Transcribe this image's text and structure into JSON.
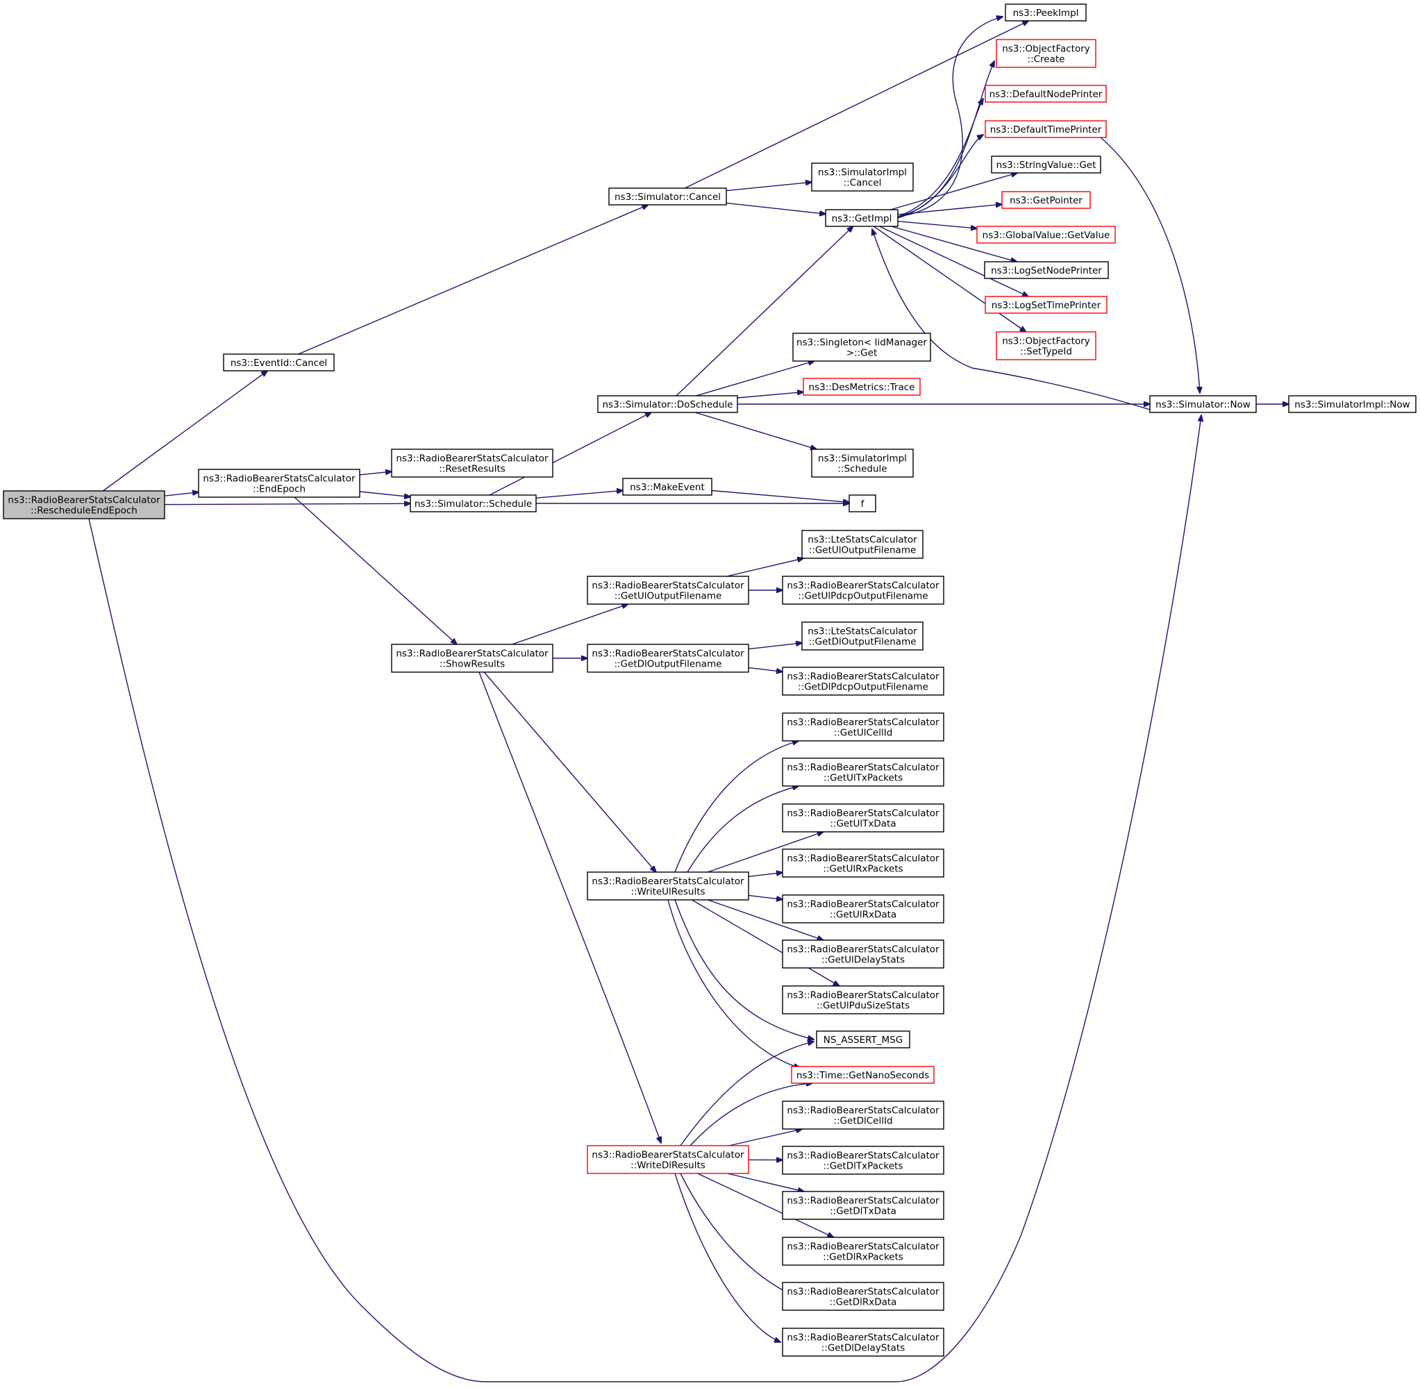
{
  "diagram": {
    "colors": {
      "edge": "#191970",
      "box_border": "#000000",
      "box_border_incomplete": "#ff0000",
      "root_fill": "#bfbfbf",
      "box_fill": "#ffffff"
    },
    "nodes": [
      {
        "id": "root",
        "lines": [
          "ns3::RadioBearerStatsCalculator",
          "::RescheduleEndEpoch"
        ],
        "style": "root"
      },
      {
        "id": "eventcancel",
        "lines": [
          "ns3::EventId::Cancel"
        ],
        "style": "normal"
      },
      {
        "id": "endepoch",
        "lines": [
          "ns3::RadioBearerStatsCalculator",
          "::EndEpoch"
        ],
        "style": "normal"
      },
      {
        "id": "schedule",
        "lines": [
          "ns3::Simulator::Schedule"
        ],
        "style": "normal"
      },
      {
        "id": "simcancel",
        "lines": [
          "ns3::Simulator::Cancel"
        ],
        "style": "normal"
      },
      {
        "id": "resetresults",
        "lines": [
          "ns3::RadioBearerStatsCalculator",
          "::ResetResults"
        ],
        "style": "normal"
      },
      {
        "id": "doschedule",
        "lines": [
          "ns3::Simulator::DoSchedule"
        ],
        "style": "normal"
      },
      {
        "id": "makeevent",
        "lines": [
          "ns3::MakeEvent"
        ],
        "style": "normal"
      },
      {
        "id": "showresults",
        "lines": [
          "ns3::RadioBearerStatsCalculator",
          "::ShowResults"
        ],
        "style": "normal"
      },
      {
        "id": "getuloutput",
        "lines": [
          "ns3::RadioBearerStatsCalculator",
          "::GetUlOutputFilename"
        ],
        "style": "normal"
      },
      {
        "id": "getdloutput",
        "lines": [
          "ns3::RadioBearerStatsCalculator",
          "::GetDlOutputFilename"
        ],
        "style": "normal"
      },
      {
        "id": "writeul",
        "lines": [
          "ns3::RadioBearerStatsCalculator",
          "::WriteUlResults"
        ],
        "style": "normal"
      },
      {
        "id": "writedl",
        "lines": [
          "ns3::RadioBearerStatsCalculator",
          "::WriteDlResults"
        ],
        "style": "red"
      },
      {
        "id": "simimplcancel",
        "lines": [
          "ns3::SimulatorImpl",
          "::Cancel"
        ],
        "style": "normal"
      },
      {
        "id": "getimpl",
        "lines": [
          "ns3::GetImpl"
        ],
        "style": "normal"
      },
      {
        "id": "singleton",
        "lines": [
          "ns3::Singleton< IidManager",
          ">::Get"
        ],
        "style": "normal"
      },
      {
        "id": "desmetrics",
        "lines": [
          "ns3::DesMetrics::Trace"
        ],
        "style": "red"
      },
      {
        "id": "simimplschedule",
        "lines": [
          "ns3::SimulatorImpl",
          "::Schedule"
        ],
        "style": "normal"
      },
      {
        "id": "f",
        "lines": [
          "f"
        ],
        "style": "normal"
      },
      {
        "id": "ltegetul",
        "lines": [
          "ns3::LteStatsCalculator",
          "::GetUlOutputFilename"
        ],
        "style": "normal"
      },
      {
        "id": "getulpdcp",
        "lines": [
          "ns3::RadioBearerStatsCalculator",
          "::GetUlPdcpOutputFilename"
        ],
        "style": "normal"
      },
      {
        "id": "ltegetdl",
        "lines": [
          "ns3::LteStatsCalculator",
          "::GetDlOutputFilename"
        ],
        "style": "normal"
      },
      {
        "id": "getdlpdcp",
        "lines": [
          "ns3::RadioBearerStatsCalculator",
          "::GetDlPdcpOutputFilename"
        ],
        "style": "normal"
      },
      {
        "id": "getulcellid",
        "lines": [
          "ns3::RadioBearerStatsCalculator",
          "::GetUlCellId"
        ],
        "style": "normal"
      },
      {
        "id": "getultxpackets",
        "lines": [
          "ns3::RadioBearerStatsCalculator",
          "::GetUlTxPackets"
        ],
        "style": "normal"
      },
      {
        "id": "getultxdata",
        "lines": [
          "ns3::RadioBearerStatsCalculator",
          "::GetUlTxData"
        ],
        "style": "normal"
      },
      {
        "id": "getulrxpackets",
        "lines": [
          "ns3::RadioBearerStatsCalculator",
          "::GetUlRxPackets"
        ],
        "style": "normal"
      },
      {
        "id": "getulrxdata",
        "lines": [
          "ns3::RadioBearerStatsCalculator",
          "::GetUlRxData"
        ],
        "style": "normal"
      },
      {
        "id": "getuldelay",
        "lines": [
          "ns3::RadioBearerStatsCalculator",
          "::GetUlDelayStats"
        ],
        "style": "normal"
      },
      {
        "id": "getulpdusize",
        "lines": [
          "ns3::RadioBearerStatsCalculator",
          "::GetUlPduSizeStats"
        ],
        "style": "normal"
      },
      {
        "id": "nsassert",
        "lines": [
          "NS_ASSERT_MSG"
        ],
        "style": "normal"
      },
      {
        "id": "getnanoseconds",
        "lines": [
          "ns3::Time::GetNanoSeconds"
        ],
        "style": "red"
      },
      {
        "id": "getdlcellid",
        "lines": [
          "ns3::RadioBearerStatsCalculator",
          "::GetDlCellId"
        ],
        "style": "normal"
      },
      {
        "id": "getdltxpackets",
        "lines": [
          "ns3::RadioBearerStatsCalculator",
          "::GetDlTxPackets"
        ],
        "style": "normal"
      },
      {
        "id": "getdltxdata",
        "lines": [
          "ns3::RadioBearerStatsCalculator",
          "::GetDlTxData"
        ],
        "style": "normal"
      },
      {
        "id": "getdlrxpackets",
        "lines": [
          "ns3::RadioBearerStatsCalculator",
          "::GetDlRxPackets"
        ],
        "style": "normal"
      },
      {
        "id": "getdlrxdata",
        "lines": [
          "ns3::RadioBearerStatsCalculator",
          "::GetDlRxData"
        ],
        "style": "normal"
      },
      {
        "id": "getdldelay",
        "lines": [
          "ns3::RadioBearerStatsCalculator",
          "::GetDlDelayStats"
        ],
        "style": "normal"
      },
      {
        "id": "peekimpl",
        "lines": [
          "ns3::PeekImpl"
        ],
        "style": "normal"
      },
      {
        "id": "objfactorycreate",
        "lines": [
          "ns3::ObjectFactory",
          "::Create"
        ],
        "style": "red"
      },
      {
        "id": "defaultnodeprinter",
        "lines": [
          "ns3::DefaultNodePrinter"
        ],
        "style": "red"
      },
      {
        "id": "defaulttimeprinter",
        "lines": [
          "ns3::DefaultTimePrinter"
        ],
        "style": "red"
      },
      {
        "id": "stringvalueget",
        "lines": [
          "ns3::StringValue::Get"
        ],
        "style": "normal"
      },
      {
        "id": "getpointer",
        "lines": [
          "ns3::GetPointer"
        ],
        "style": "red"
      },
      {
        "id": "globalvalue",
        "lines": [
          "ns3::GlobalValue::GetValue"
        ],
        "style": "red"
      },
      {
        "id": "logsetnode",
        "lines": [
          "ns3::LogSetNodePrinter"
        ],
        "style": "normal"
      },
      {
        "id": "logsettime",
        "lines": [
          "ns3::LogSetTimePrinter"
        ],
        "style": "red"
      },
      {
        "id": "objfactorysettype",
        "lines": [
          "ns3::ObjectFactory",
          "::SetTypeId"
        ],
        "style": "red"
      },
      {
        "id": "simnow",
        "lines": [
          "ns3::Simulator::Now"
        ],
        "style": "normal"
      },
      {
        "id": "simimplnow",
        "lines": [
          "ns3::SimulatorImpl::Now"
        ],
        "style": "normal"
      }
    ],
    "edges": [
      [
        "root",
        "eventcancel"
      ],
      [
        "root",
        "endepoch"
      ],
      [
        "root",
        "schedule"
      ],
      [
        "root",
        "simnow"
      ],
      [
        "eventcancel",
        "simcancel"
      ],
      [
        "simcancel",
        "peekimpl"
      ],
      [
        "simcancel",
        "simimplcancel"
      ],
      [
        "simcancel",
        "getimpl"
      ],
      [
        "endepoch",
        "resetresults"
      ],
      [
        "endepoch",
        "schedule"
      ],
      [
        "endepoch",
        "showresults"
      ],
      [
        "schedule",
        "doschedule"
      ],
      [
        "schedule",
        "makeevent"
      ],
      [
        "schedule",
        "f"
      ],
      [
        "makeevent",
        "f"
      ],
      [
        "doschedule",
        "getimpl"
      ],
      [
        "doschedule",
        "singleton"
      ],
      [
        "doschedule",
        "desmetrics"
      ],
      [
        "doschedule",
        "simnow"
      ],
      [
        "doschedule",
        "simimplschedule"
      ],
      [
        "getimpl",
        "peekimpl"
      ],
      [
        "getimpl",
        "objfactorycreate"
      ],
      [
        "getimpl",
        "defaultnodeprinter"
      ],
      [
        "getimpl",
        "defaulttimeprinter"
      ],
      [
        "getimpl",
        "stringvalueget"
      ],
      [
        "getimpl",
        "getpointer"
      ],
      [
        "getimpl",
        "globalvalue"
      ],
      [
        "getimpl",
        "logsetnode"
      ],
      [
        "getimpl",
        "logsettime"
      ],
      [
        "getimpl",
        "objfactorysettype"
      ],
      [
        "simnow",
        "getimpl"
      ],
      [
        "simnow",
        "simimplnow"
      ],
      [
        "defaulttimeprinter",
        "simnow"
      ],
      [
        "showresults",
        "getuloutput"
      ],
      [
        "showresults",
        "getdloutput"
      ],
      [
        "showresults",
        "writeul"
      ],
      [
        "showresults",
        "writedl"
      ],
      [
        "getuloutput",
        "ltegetul"
      ],
      [
        "getuloutput",
        "getulpdcp"
      ],
      [
        "getdloutput",
        "ltegetdl"
      ],
      [
        "getdloutput",
        "getdlpdcp"
      ],
      [
        "writeul",
        "getulcellid"
      ],
      [
        "writeul",
        "getultxpackets"
      ],
      [
        "writeul",
        "getultxdata"
      ],
      [
        "writeul",
        "getulrxpackets"
      ],
      [
        "writeul",
        "getulrxdata"
      ],
      [
        "writeul",
        "getuldelay"
      ],
      [
        "writeul",
        "getulpdusize"
      ],
      [
        "writeul",
        "nsassert"
      ],
      [
        "writeul",
        "getnanoseconds"
      ],
      [
        "writedl",
        "nsassert"
      ],
      [
        "writedl",
        "getnanoseconds"
      ],
      [
        "writedl",
        "getdlcellid"
      ],
      [
        "writedl",
        "getdltxpackets"
      ],
      [
        "writedl",
        "getdltxdata"
      ],
      [
        "writedl",
        "getdlrxpackets"
      ],
      [
        "writedl",
        "getdlrxdata"
      ],
      [
        "writedl",
        "getdldelay"
      ]
    ]
  }
}
